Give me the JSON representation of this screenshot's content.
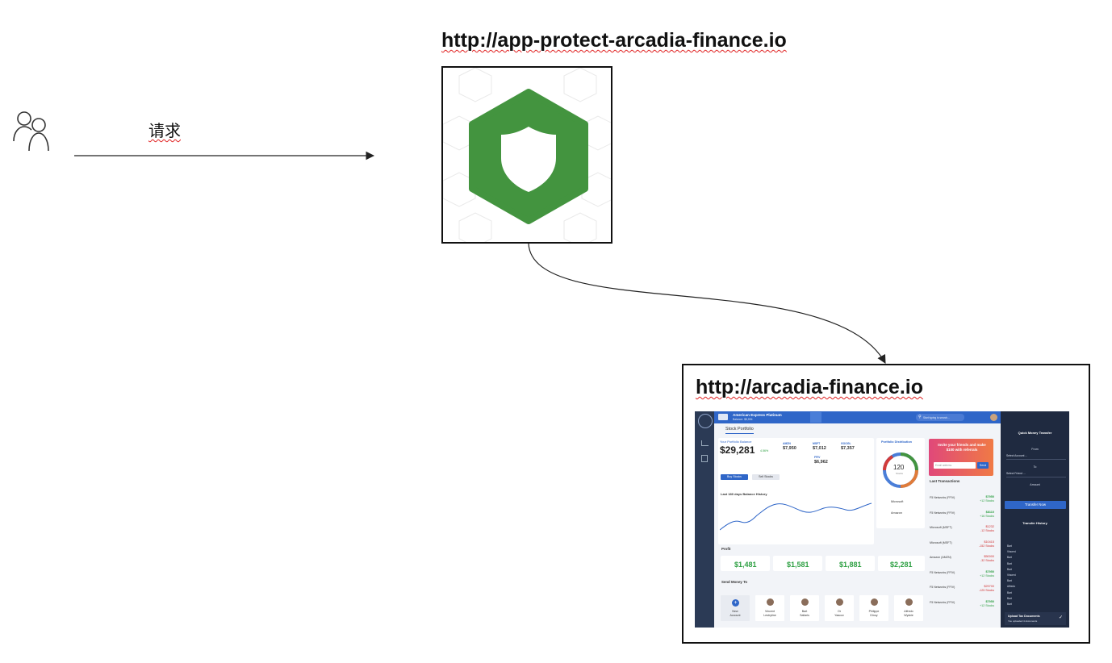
{
  "proxy": {
    "url": "http://app-protect-arcadia-finance.io"
  },
  "request": {
    "label": "请求"
  },
  "icons": {
    "user": "user-group-icon",
    "shield": "shield-icon"
  },
  "colors": {
    "shield_hex": "#43943f",
    "arrow": "#222222"
  },
  "app": {
    "url": "http://arcadia-finance.io",
    "screenshot": {
      "topbar": {
        "card_name": "American Express Platinum",
        "balance": "Balance: $5,594",
        "search": "Start typing to search..."
      },
      "tab": "Stock Portfolio",
      "portfolio": {
        "label": "Your Portfolio Balance",
        "value": "$29,281",
        "change": "4.56%"
      },
      "stocks": [
        {
          "ticker": "AMZN",
          "value": "$7,950"
        },
        {
          "ticker": "MSFT",
          "value": "$7,012"
        },
        {
          "ticker": "GOOGL",
          "value": "$7,357"
        },
        {
          "ticker": "FFIV",
          "value": "$6,962"
        }
      ],
      "buttons": {
        "buy": "Buy Stocks",
        "sell": "Sell Stocks"
      },
      "history_title": "Last 180 days Balance History",
      "distribution": {
        "title": "Portfolio Distribution",
        "center_value": "120",
        "center_label": "Stocks",
        "legend": [
          "Microsoft",
          "Amazon"
        ]
      },
      "invite": {
        "text": "Invite your friends and make $100 with referrals",
        "placeholder": "Email address",
        "send": "Send"
      },
      "transactions": {
        "title": "Last Transactions",
        "rows": [
          {
            "name": "F5 Networks (FFIV)",
            "amount": "$7950",
            "shares": "+12 Stocks",
            "positive": true
          },
          {
            "name": "F5 Networks (FFIV)",
            "amount": "$8110",
            "shares": "+16 Stocks",
            "positive": true
          },
          {
            "name": "Microsoft (MSFT)",
            "amount": "$1232",
            "shares": "-12 Stocks",
            "positive": false
          },
          {
            "name": "Microsoft (MSFT)",
            "amount": "$10415",
            "shares": "-152 Stocks",
            "positive": false
          },
          {
            "name": "Amazon (AMZN)",
            "amount": "$50000",
            "shares": "-32 Stocks",
            "positive": false
          },
          {
            "name": "F5 Networks (FFIV)",
            "amount": "$7950",
            "shares": "+12 Stocks",
            "positive": true
          },
          {
            "name": "F5 Networks (FFIV)",
            "amount": "$29700",
            "shares": "-125 Stocks",
            "positive": false
          },
          {
            "name": "F5 Networks (FFIV)",
            "amount": "$7950",
            "shares": "+12 Stocks",
            "positive": true
          }
        ]
      },
      "profit": {
        "title": "Profit",
        "values": [
          "$1,481",
          "$1,581",
          "$1,881",
          "$2,281"
        ]
      },
      "send_money": {
        "title": "Send Money To",
        "people": [
          {
            "first": "New",
            "last": "Account"
          },
          {
            "first": "Vincent",
            "last": "Lestrytine"
          },
          {
            "first": "Bart",
            "last": "Sallaris"
          },
          {
            "first": "Or",
            "last": "Yaacov"
          },
          {
            "first": "Philippe",
            "last": "Dinoy"
          },
          {
            "first": "Alfredo",
            "last": "Wyskie"
          }
        ]
      },
      "right_panel": {
        "quick_title": "Quick Money Transfer",
        "from": "From",
        "from_select": "Select Account ...",
        "to": "To",
        "to_select": "Select Friend ...",
        "amount": "Amount",
        "transfer_button": "Transfer Now",
        "history_title": "Transfer History",
        "history_names": [
          "Bart",
          "Vincent",
          "Bart",
          "Bart",
          "Bart",
          "Vincent",
          "Bart",
          "Alfredo",
          "Bart",
          "Bart",
          "Bart"
        ],
        "upload_title": "Upload Tax Documents",
        "upload_sub": "You uploaded 4 documents"
      }
    }
  }
}
